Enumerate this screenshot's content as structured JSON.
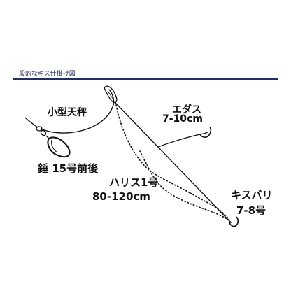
{
  "caption": "一般的なキス仕掛け図",
  "labels": {
    "tenbin": "小型天秤",
    "omori": "錘 15号前後",
    "edasu": "エダス",
    "edasu_length": "7-10cm",
    "harisu": "ハリス1号",
    "harisu_length": "80-120cm",
    "hook": "キスバリ",
    "hook_size": "7-8号"
  },
  "colors": {
    "accent": "#1f2f63",
    "line": "#111111"
  }
}
